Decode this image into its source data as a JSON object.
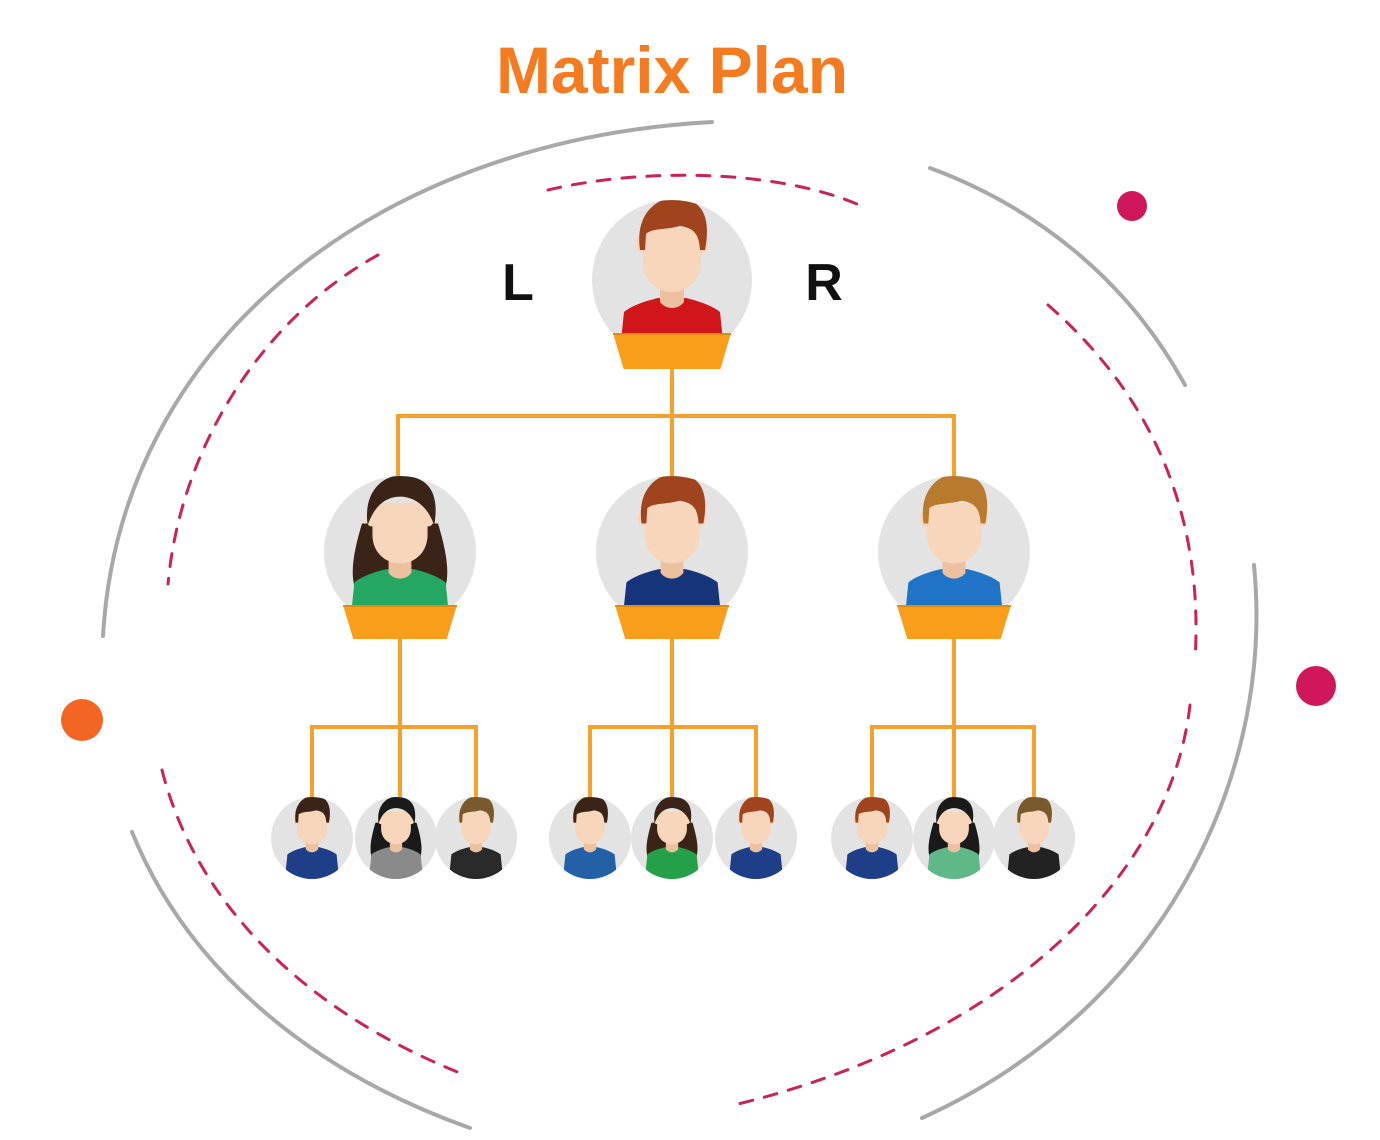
{
  "title": "Matrix Plan",
  "side_labels": {
    "left": "L",
    "right": "R"
  },
  "colors": {
    "title": "#F47B20",
    "connector": "#F6A12B",
    "plaque": "#F89E1B",
    "plaque_dark": "#E08A10",
    "outer_arc": "#A8A8A8",
    "dashed_ring": "#C8235A",
    "dot_magenta": "#D0175B",
    "dot_orange": "#F26522",
    "avatar_bg": "#E3E3E3",
    "skin": "#F8D6BC"
  },
  "tree": {
    "root": {
      "icon": "male-avatar-icon",
      "hair": "#A0441E",
      "shirt": "#D0161B",
      "female": false
    },
    "level1": [
      {
        "icon": "female-avatar-icon",
        "hair": "#3A2418",
        "shirt": "#24A861",
        "female": true,
        "children": [
          {
            "icon": "male-avatar-icon",
            "hair": "#3A2418",
            "shirt": "#1E3F87",
            "female": false
          },
          {
            "icon": "female-avatar-icon",
            "hair": "#1A1A1A",
            "shirt": "#8A8A8A",
            "female": true
          },
          {
            "icon": "male-avatar-icon",
            "hair": "#7A5A2C",
            "shirt": "#2A2A2A",
            "female": false
          }
        ]
      },
      {
        "icon": "male-avatar-icon",
        "hair": "#A0441E",
        "shirt": "#16347A",
        "female": false,
        "children": [
          {
            "icon": "male-avatar-icon",
            "hair": "#3A2418",
            "shirt": "#2460A8",
            "female": false
          },
          {
            "icon": "female-avatar-icon",
            "hair": "#3A2418",
            "shirt": "#24A048",
            "female": true
          },
          {
            "icon": "male-avatar-icon",
            "hair": "#A0441E",
            "shirt": "#1E3F87",
            "female": false
          }
        ]
      },
      {
        "icon": "male-avatar-icon",
        "hair": "#B87A2C",
        "shirt": "#1F74C7",
        "female": false,
        "children": [
          {
            "icon": "male-avatar-icon",
            "hair": "#A0441E",
            "shirt": "#1E3F87",
            "female": false
          },
          {
            "icon": "female-avatar-icon",
            "hair": "#1A1A1A",
            "shirt": "#5FB888",
            "female": true
          },
          {
            "icon": "male-avatar-icon",
            "hair": "#7A5A2C",
            "shirt": "#222222",
            "female": false
          }
        ]
      }
    ]
  }
}
